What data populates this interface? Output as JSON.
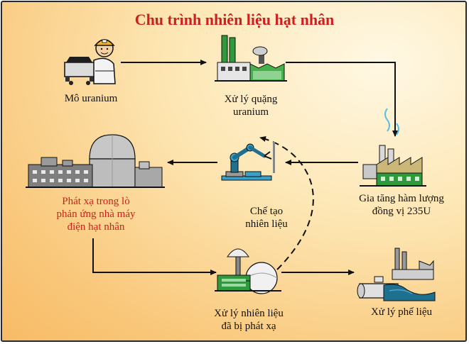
{
  "title": "Chu trình nhiên liệu hạt nhân",
  "nodes": {
    "mining": {
      "label": "Mô uranium"
    },
    "ore_processing": {
      "label_line1": "Xử lý quặng",
      "label_line2": "uranium"
    },
    "enrichment": {
      "label_line1": "Gia tăng hàm lượng",
      "label_line2": "đồng vị 235U"
    },
    "fabrication": {
      "label_line1": "Chế tạo",
      "label_line2": "nhiên liệu"
    },
    "reactor": {
      "label_line1": "Phát xạ trong lò",
      "label_line2": "phản ứng nhà máy",
      "label_line3": "điện hạt nhân"
    },
    "reprocessing": {
      "label_line1": "Xử lý nhiên liệu",
      "label_line2": "đã bị phát xạ"
    },
    "waste": {
      "label": "Xử lý phế liệu"
    }
  },
  "colors": {
    "title": "#d01e1e",
    "reactor_label": "#d01e1e",
    "arrow": "#111111"
  }
}
